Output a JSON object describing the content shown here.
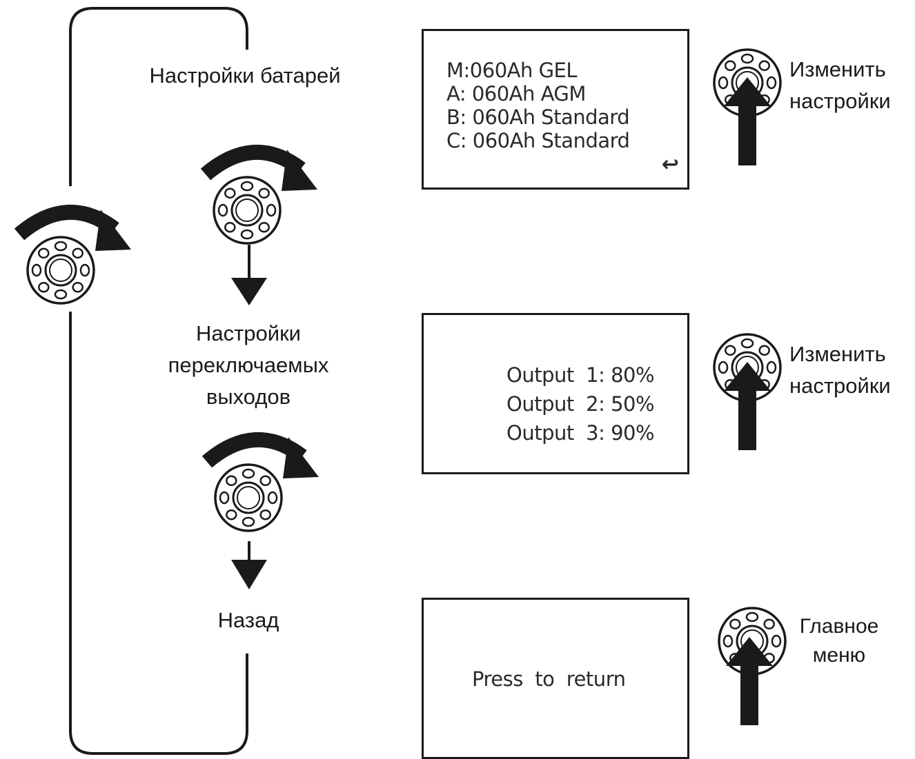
{
  "menu": {
    "battery_settings": "Настройки батарей",
    "outputs_line1": "Настройки",
    "outputs_line2": "переключаемых",
    "outputs_line3": "выходов",
    "back": "Назад"
  },
  "screens": {
    "battery": {
      "lines": [
        "M:060Ah GEL",
        "A: 060Ah AGM",
        "B: 060Ah Standard",
        "C: 060Ah Standard"
      ],
      "return_icon": "↩"
    },
    "outputs": {
      "lines": [
        "Output  1: 80%",
        "Output  2: 50%",
        "Output  3: 90%"
      ]
    },
    "back": {
      "text": "Press  to  return"
    }
  },
  "actions": {
    "change1_line1": "Изменить",
    "change1_line2": "настройки",
    "change2_line1": "Изменить",
    "change2_line2": "настройки",
    "main_line1": "Главное",
    "main_line2": "меню"
  },
  "icons": {
    "rotate": "rotate-knob-icon",
    "push": "push-knob-icon",
    "arrow_down": "arrow-down-icon"
  },
  "colors": {
    "ink": "#1a1a1a",
    "lcd_text": "#2a2a2a",
    "background": "#ffffff"
  }
}
